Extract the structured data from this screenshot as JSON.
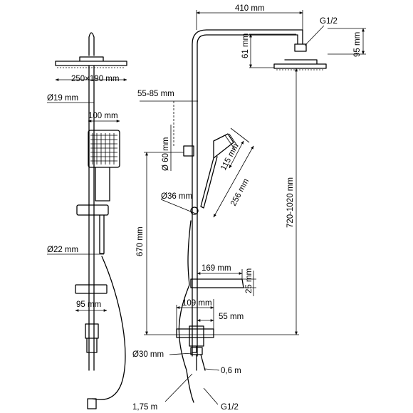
{
  "dimensions": {
    "head_size": "250×190 mm",
    "riser_dia": "Ø19 mm",
    "handshower_width": "100 mm",
    "hose_dia": "Ø22 mm",
    "shelf_depth_left": "95 mm",
    "arm_length": "410 mm",
    "thread_top": "G1/2",
    "head_height": "95 mm",
    "arm_drop": "61 mm",
    "holder_offset": "55-85 mm",
    "holder_dia": "Ø 60 mm",
    "handshower_head_len": "115 mm",
    "handshower_len": "256 mm",
    "joint_dia": "Ø36 mm",
    "height_range": "720-1020 mm",
    "mixer_height": "670 mm",
    "shelf_width": "169 mm",
    "shelf_height": "25 mm",
    "mixer_width": "109 mm",
    "mixer_offset": "55 mm",
    "outlet_dia": "Ø30 mm",
    "hose_short": "0,6 m",
    "hose_long": "1,75 m",
    "thread_bottom": "G1/2"
  }
}
